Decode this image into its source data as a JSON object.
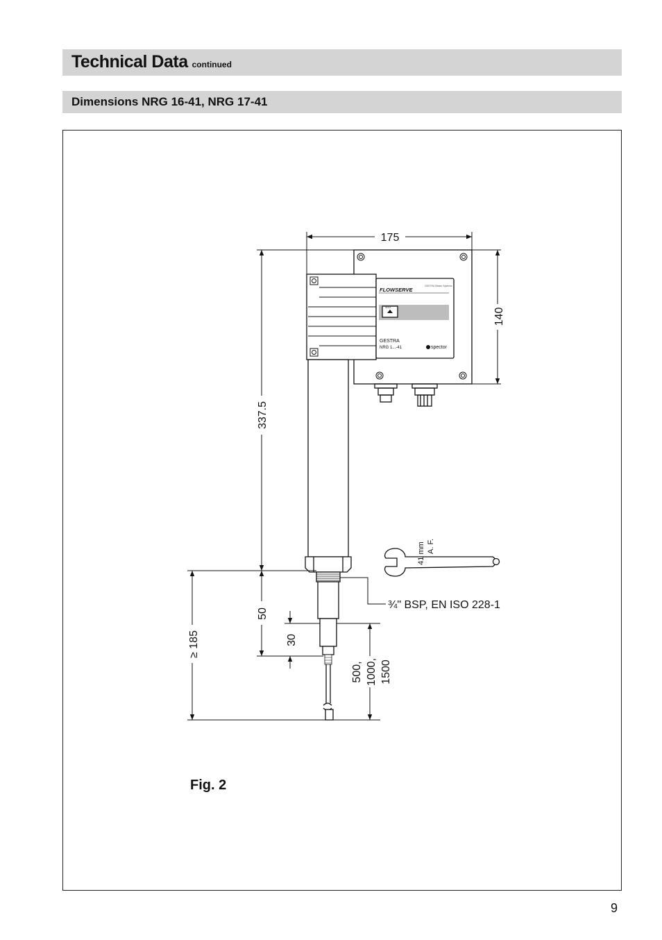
{
  "header": {
    "title": "Technical Data",
    "subtitle": "continued"
  },
  "section": {
    "title": "Dimensions NRG 16-41, NRG 17-41"
  },
  "figure": {
    "caption": "Fig. 2",
    "dimensions": {
      "width": "175",
      "housing_height": "140",
      "total_height": "337.5",
      "min_length": "≥ 185",
      "thread_length": "50",
      "tip_length": "30",
      "rod_lengths": [
        "500,",
        "1000,",
        "1500"
      ],
      "wrench_size": "41 mm",
      "wrench_af": "A. F.",
      "thread_spec": "¾\" BSP, EN ISO 228-1"
    },
    "device_panel": {
      "brand": "FLOWSERVE",
      "system": "GESTRA Steam Systems",
      "indicator": "MAX",
      "maker": "GESTRA",
      "model": "NRG 1...-41",
      "partner": "spector"
    }
  },
  "page": {
    "number": "9"
  }
}
